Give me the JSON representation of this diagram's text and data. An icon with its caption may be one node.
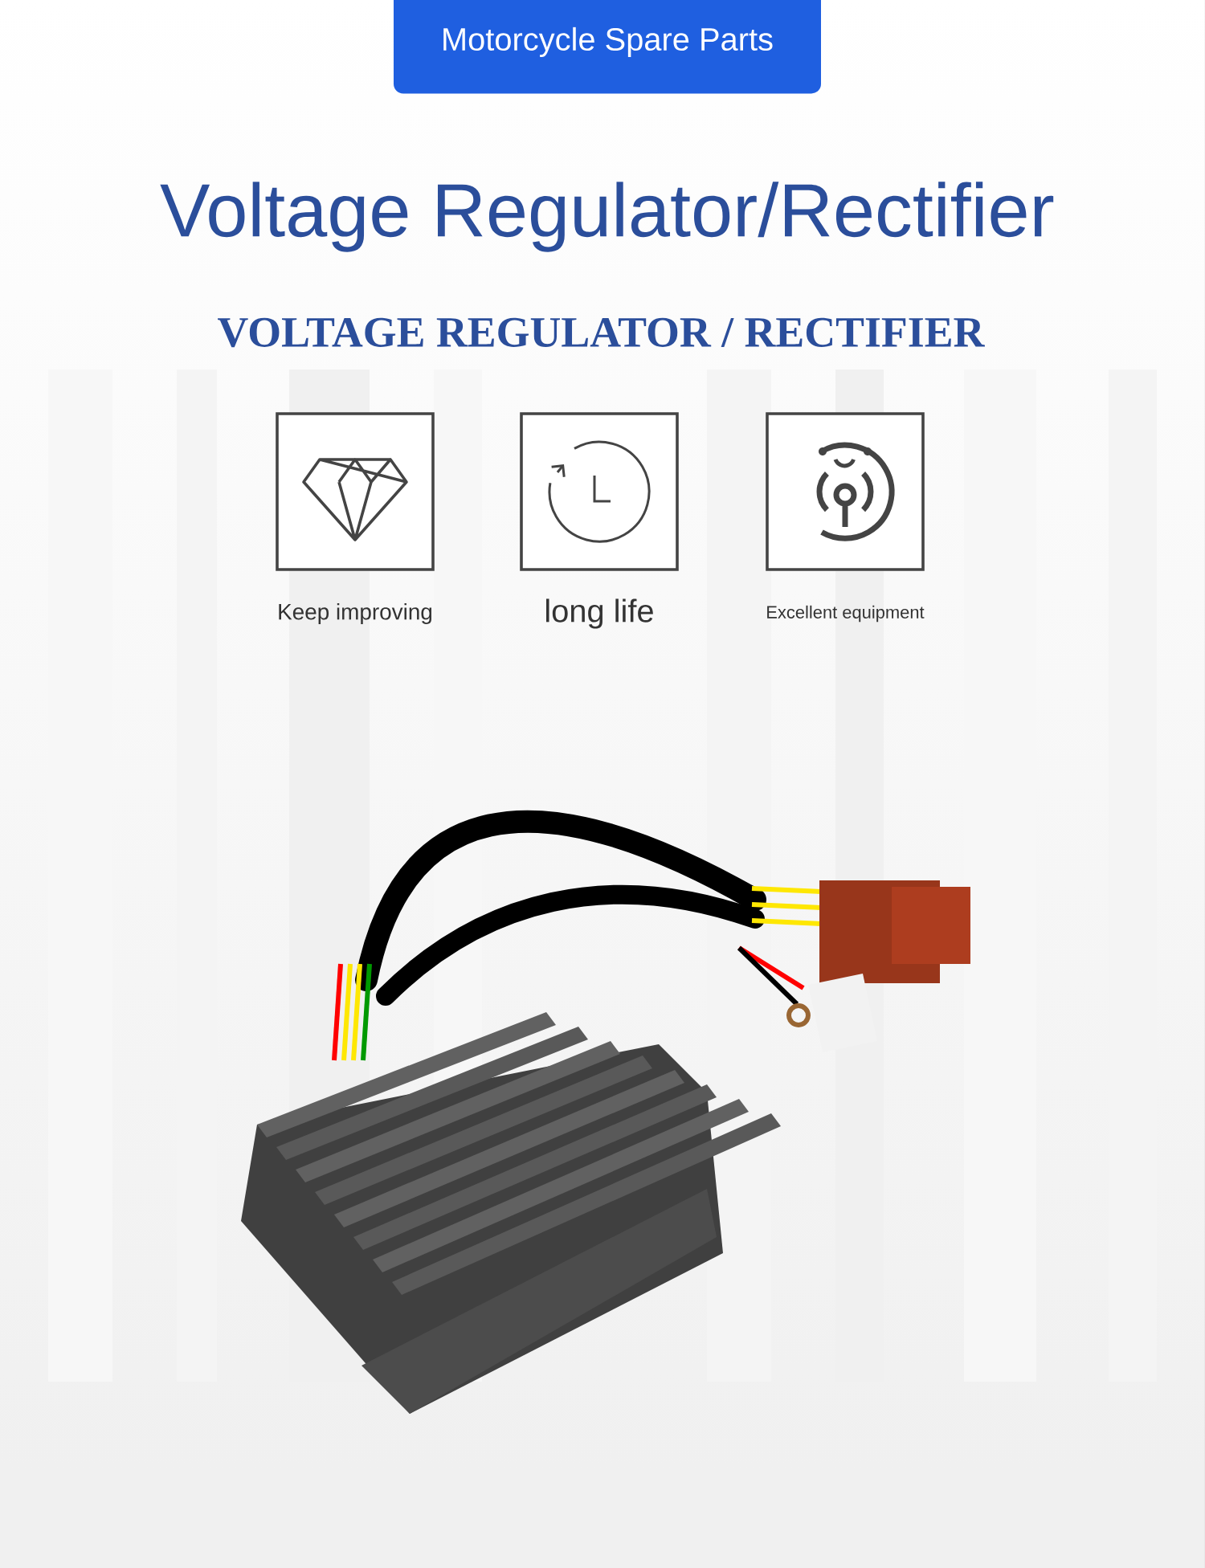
{
  "diagram": {
    "title": "Voltage Regulator/Rectifier",
    "nodes": [
      {
        "text": [
          "Motorcycle Spare Parts"
        ]
      },
      {
        "text": [],
        "shape": "picture",
        "beside": [
          "Keep improving"
        ]
      },
      {
        "text": [],
        "shape": "picture",
        "beside": [
          "long life"
        ]
      },
      {
        "text": [],
        "shape": "picture",
        "beside": [
          "Excellent equipment"
        ]
      }
    ],
    "labels": [
      "VOLTAGE REGULATOR / RECTIFIER"
    ]
  }
}
